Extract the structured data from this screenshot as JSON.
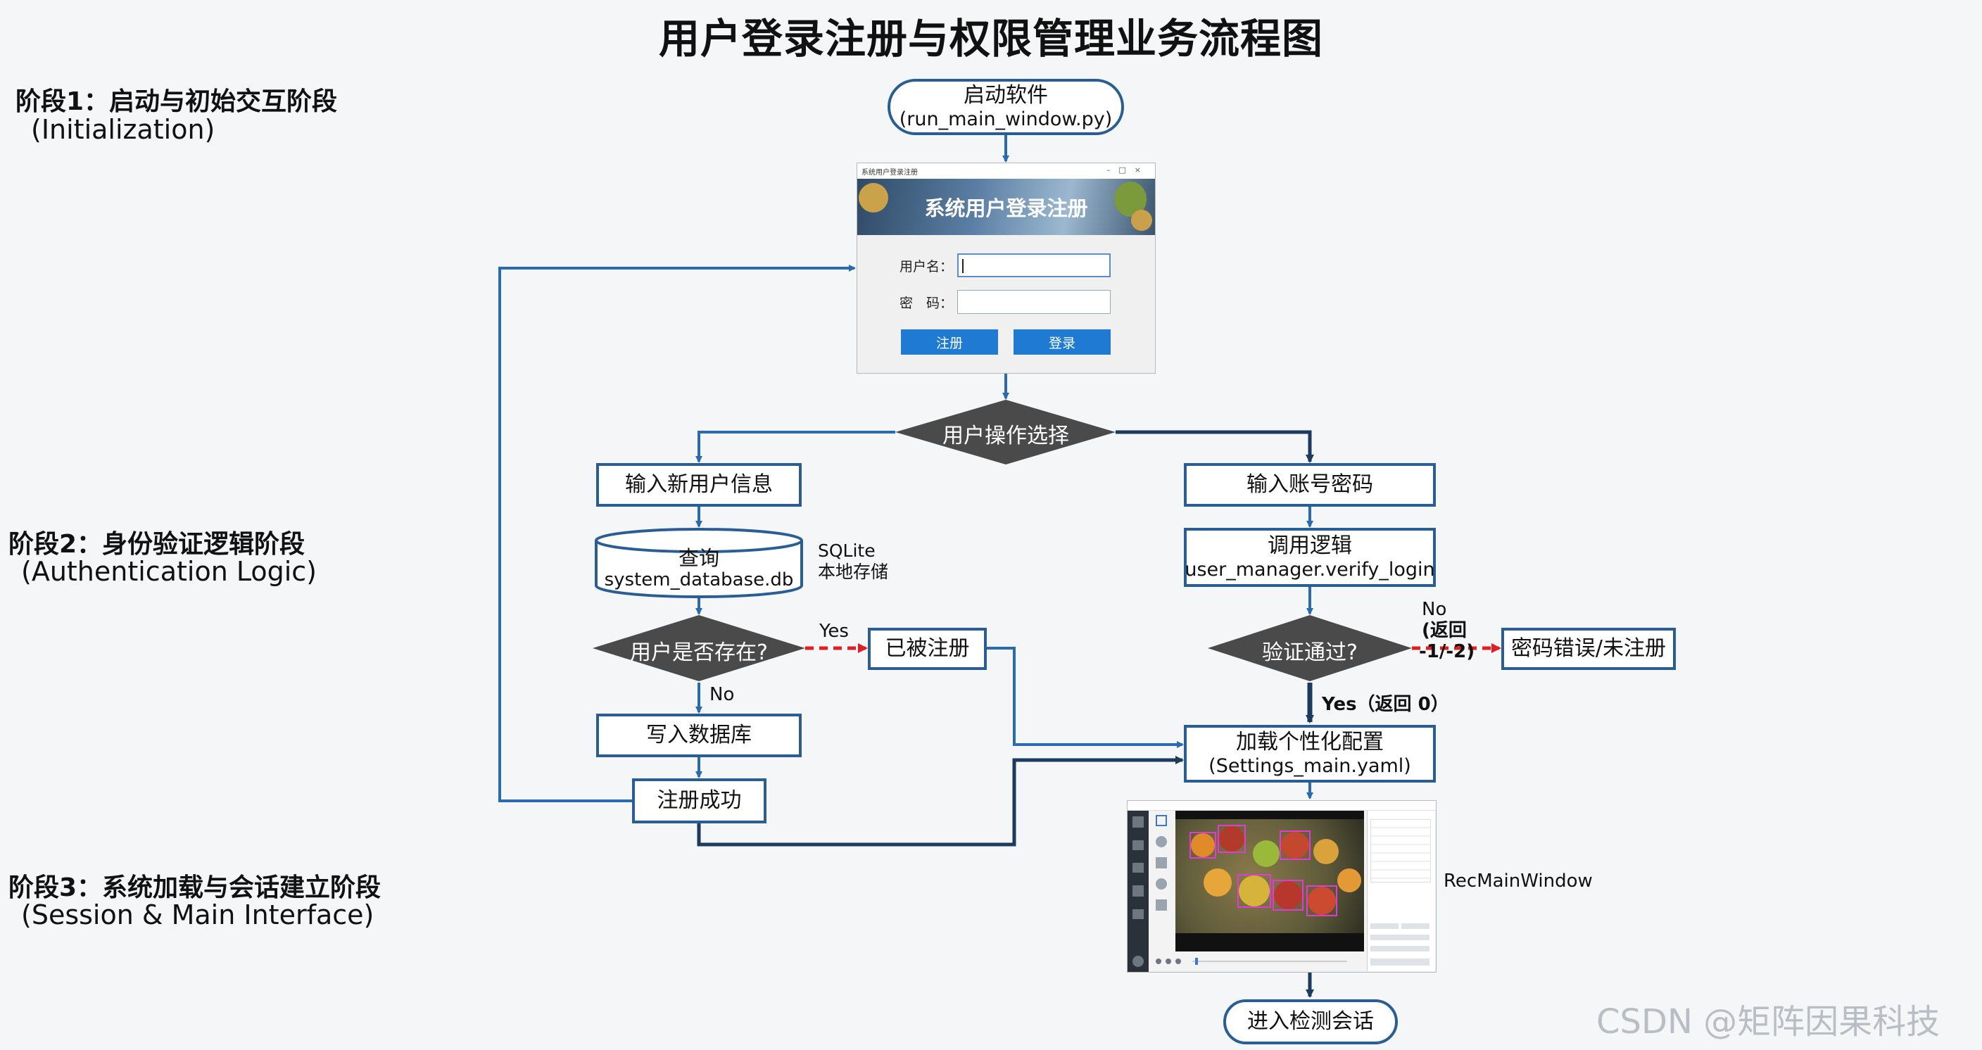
{
  "title": "用户登录注册与权限管理业务流程图",
  "stages": [
    {
      "title": "阶段1：启动与初始交互阶段",
      "subtitle": "(Initialization)"
    },
    {
      "title": "阶段2：身份验证逻辑阶段",
      "subtitle": "(Authentication Logic)"
    },
    {
      "title": "阶段3：系统加载与会话建立阶段",
      "subtitle": "(Session & Main Interface)"
    }
  ],
  "nodes": {
    "start": {
      "line1": "启动软件",
      "line2": "(run_main_window.py)"
    },
    "choice": "用户操作选择",
    "input_new_user": "输入新用户信息",
    "query_db": {
      "line1": "查询",
      "line2": "system_database.db"
    },
    "db_note": {
      "line1": "SQLite",
      "line2": "本地存储"
    },
    "user_exists": "用户是否存在?",
    "already_registered": "已被注册",
    "write_db": "写入数据库",
    "register_success": "注册成功",
    "input_account": "输入账号密码",
    "call_logic": {
      "line1": "调用逻辑",
      "line2": "user_manager.verify_login"
    },
    "verify_passed": "验证通过?",
    "pwd_error": "密码错误/未注册",
    "load_config": {
      "line1": "加载个性化配置",
      "line2": "(Settings_main.yaml)"
    },
    "main_window_label": "RecMainWindow",
    "enter_session": "进入检测会话"
  },
  "edge_labels": {
    "yes": "Yes",
    "no": "No",
    "verify_no": {
      "line1": "No",
      "line2": "(返回",
      "line3": "-1/-2)"
    },
    "verify_yes": "Yes（返回 0）"
  },
  "login_window": {
    "window_title": "系统用户登录注册",
    "banner": "系统用户登录注册",
    "username_label": "用户名：",
    "password_label": "密　码：",
    "register_button": "注册",
    "login_button": "登录"
  },
  "watermark": "CSDN @矩阵因果科技",
  "colors": {
    "box_border": "#2a5e93",
    "flow_line_light": "#2a6bb0",
    "flow_line_dark": "#1c3a5e",
    "diamond_fill": "#4a4a4a",
    "no_branch_dashed": "#e02020"
  }
}
